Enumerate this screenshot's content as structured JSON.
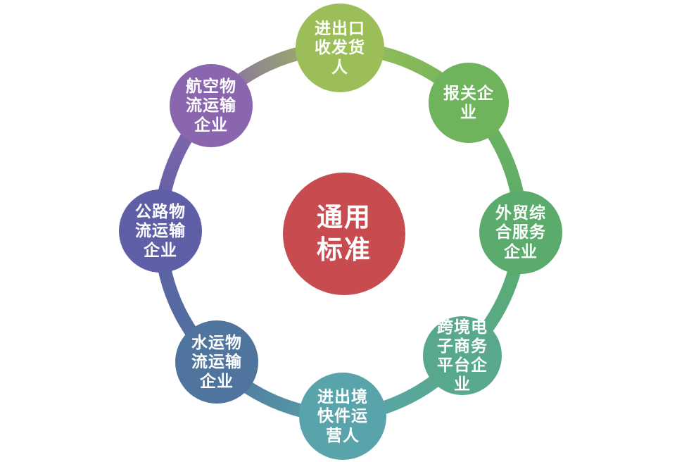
{
  "diagram": {
    "background_color": "#FFFFFF",
    "text_color": "#FFFFFF",
    "center": {
      "label": "通用标准",
      "color": "#C74B4F"
    },
    "nodes": [
      {
        "label": "进出口收发货人",
        "color": "#9CBE58"
      },
      {
        "label": "报关企业",
        "color": "#6FB35D"
      },
      {
        "label": "外贸综合服务企业",
        "color": "#5BAC6C"
      },
      {
        "label": "跨境电子商务平台企业",
        "color": "#58A98C"
      },
      {
        "label": "进出境快件运营人",
        "color": "#59A4AA"
      },
      {
        "label": "水运物流运输企业",
        "color": "#4F749D"
      },
      {
        "label": "公路物流运输企业",
        "color": "#5E5FA6"
      },
      {
        "label": "航空物流运输企业",
        "color": "#8966AD"
      }
    ]
  }
}
